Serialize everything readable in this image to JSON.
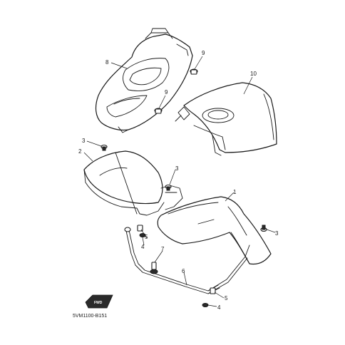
{
  "diagram": {
    "drawing_code": "5VM1100-B151",
    "direction_label": "FWD",
    "callouts": {
      "c8": "8",
      "c9a": "9",
      "c9b": "9",
      "c10": "10",
      "c3a": "3",
      "c2": "2",
      "c3b": "3",
      "c1": "1",
      "c5a": "5",
      "c4a": "4",
      "c3c": "3",
      "c7": "7",
      "c6": "6",
      "c5b": "5",
      "c4b": "4"
    }
  }
}
